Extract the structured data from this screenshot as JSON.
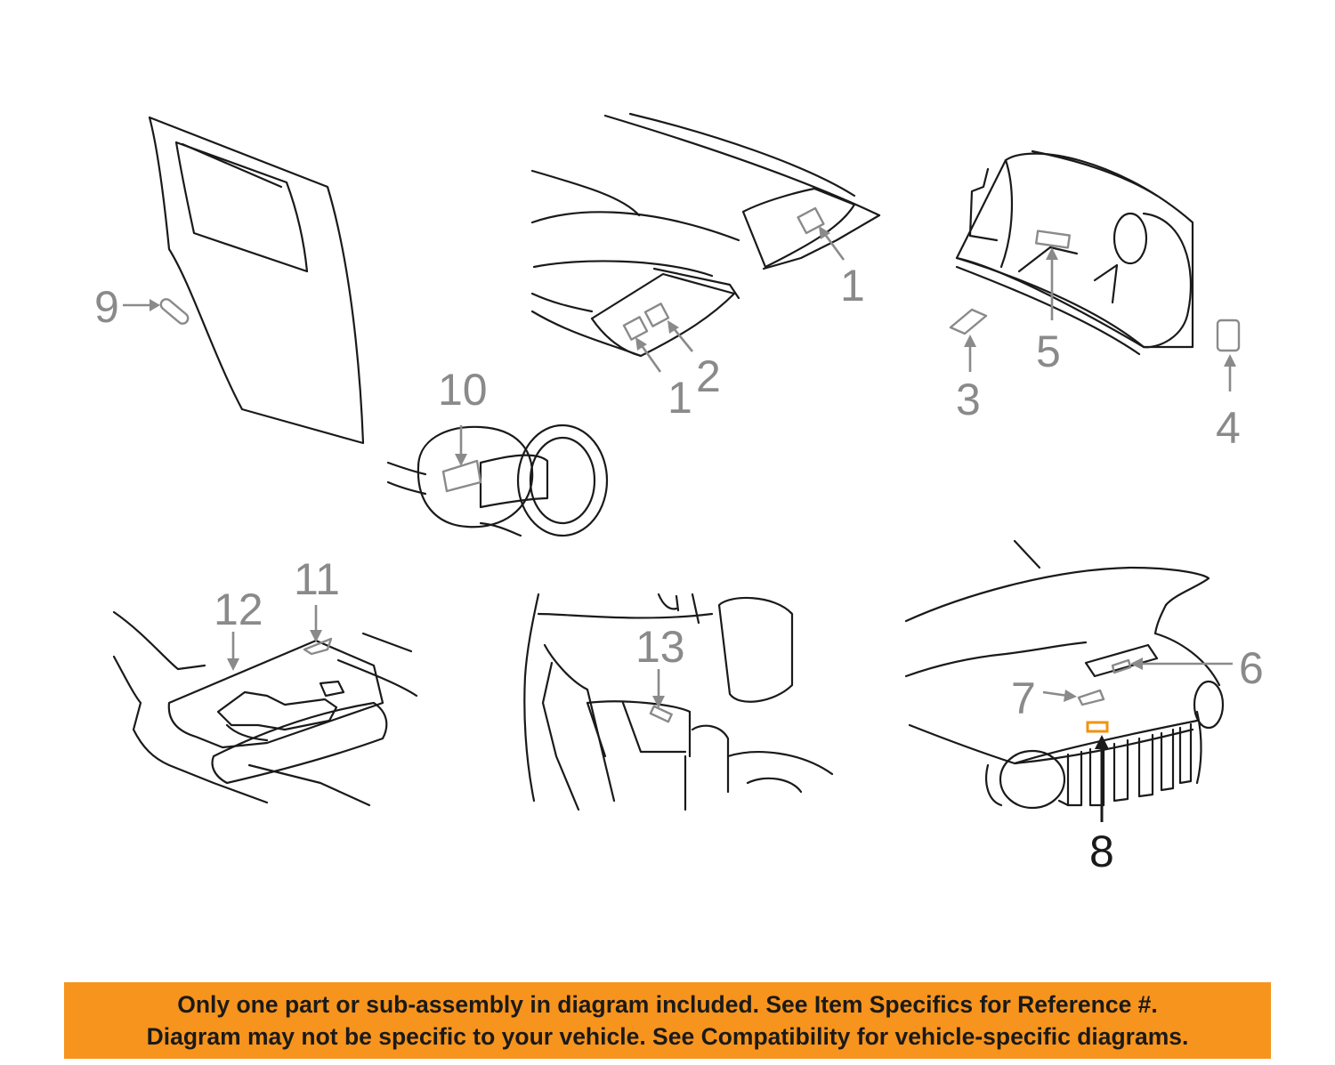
{
  "callouts": {
    "c1a": "1",
    "c1b": "1",
    "c2": "2",
    "c3": "3",
    "c4": "4",
    "c5": "5",
    "c6": "6",
    "c7": "7",
    "c8": "8",
    "c9": "9",
    "c10": "10",
    "c11": "11",
    "c12": "12",
    "c13": "13"
  },
  "highlighted_callout": "8",
  "colors": {
    "highlight": "#f0930d",
    "banner": "#f7941d",
    "callout_gray": "#8a8a8a",
    "line": "#1a1a1a"
  },
  "banner": {
    "line1": "Only one part or sub-assembly in diagram included. See Item Specifics for Reference #.",
    "line2": "Diagram may not be specific to your vehicle. See Compatibility for vehicle-specific diagrams."
  }
}
